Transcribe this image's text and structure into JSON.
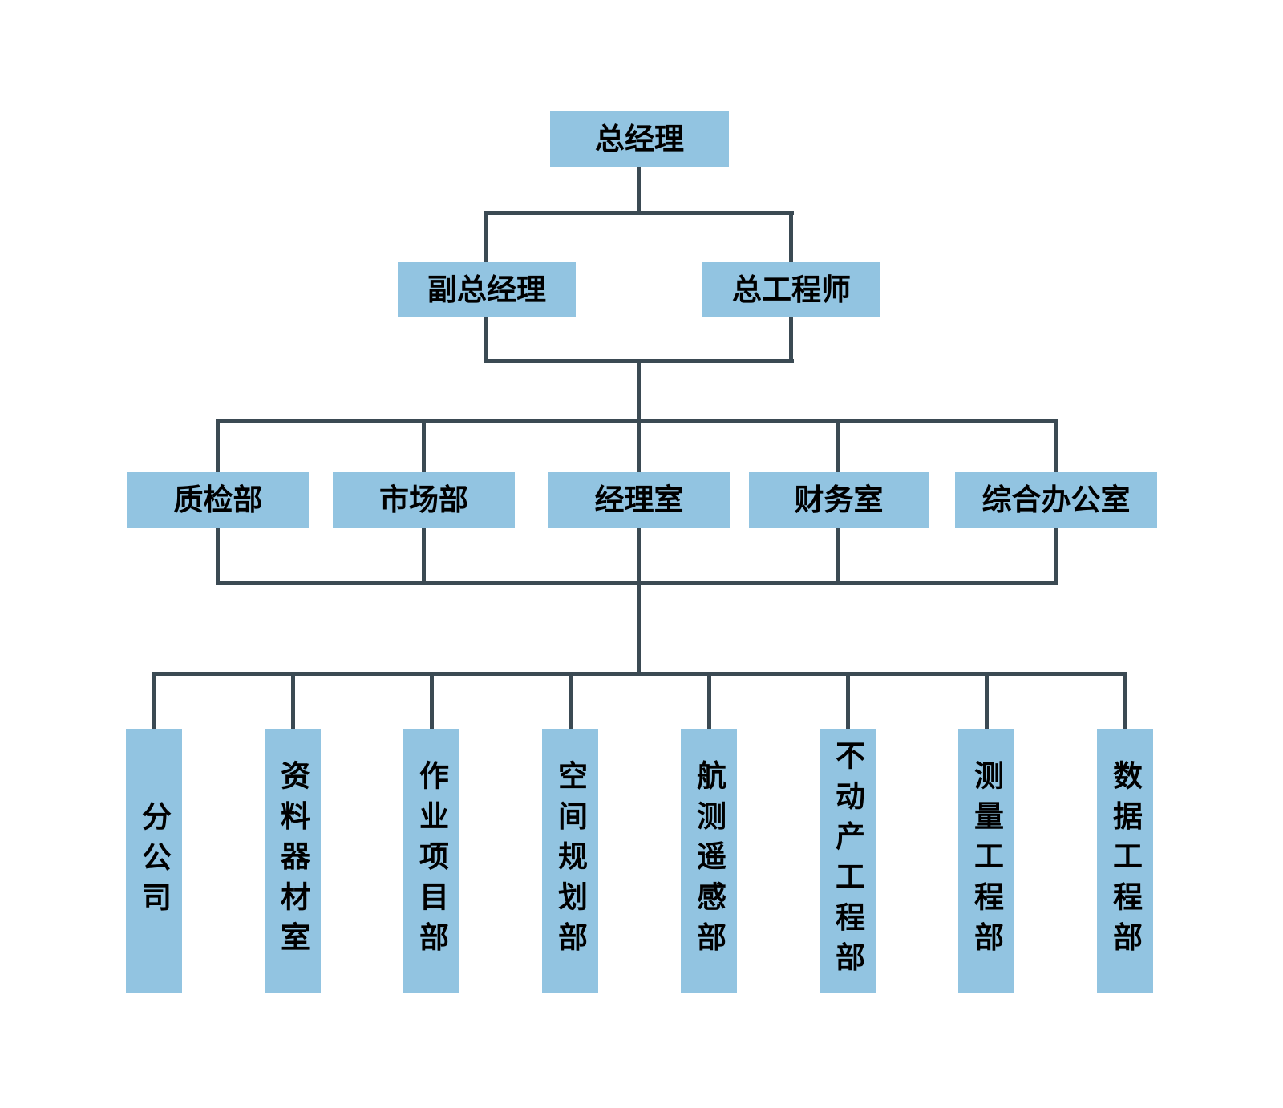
{
  "colors": {
    "background": "#ffffff",
    "box_fill": "#92c4e1",
    "line": "#3b4a53",
    "text": "#000000"
  },
  "org_chart": {
    "level1": [
      {
        "label": "总经理"
      }
    ],
    "level2": [
      {
        "label": "副总经理"
      },
      {
        "label": "总工程师"
      }
    ],
    "level3": [
      {
        "label": "质检部"
      },
      {
        "label": "市场部"
      },
      {
        "label": "经理室"
      },
      {
        "label": "财务室"
      },
      {
        "label": "综合办公室"
      }
    ],
    "level4": [
      {
        "label": "分公司"
      },
      {
        "label": "资料器材室"
      },
      {
        "label": "作业项目部"
      },
      {
        "label": "空间规划部"
      },
      {
        "label": "航测遥感部"
      },
      {
        "label": "不动产工程部"
      },
      {
        "label": "测量工程部"
      },
      {
        "label": "数据工程部"
      }
    ]
  }
}
